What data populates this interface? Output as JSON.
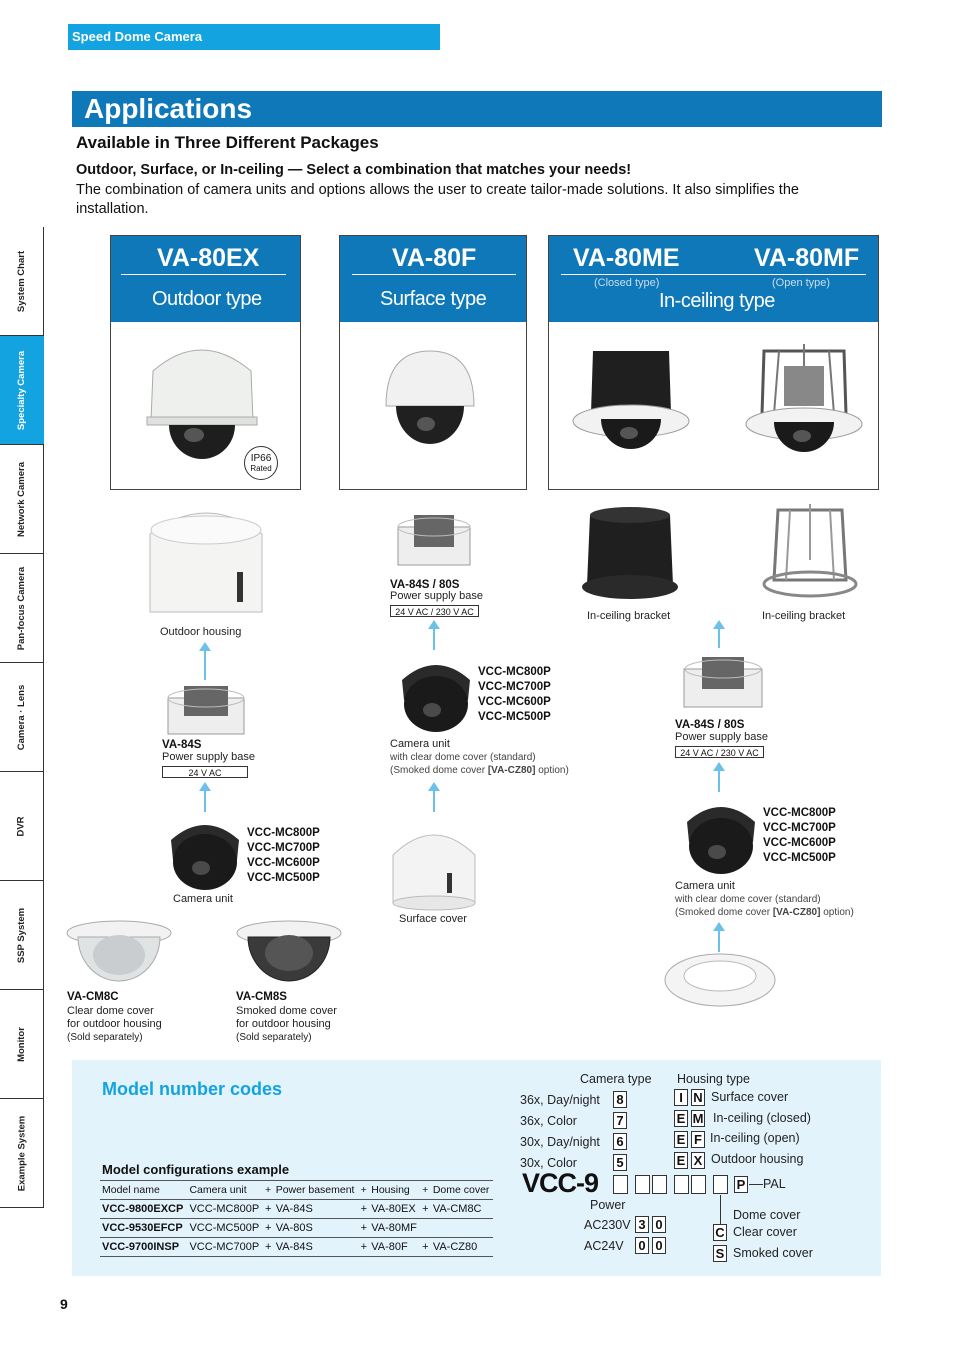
{
  "header": {
    "section": "Speed Dome Camera",
    "title": "Applications"
  },
  "intro": {
    "heading": "Available in Three Different Packages",
    "subheading": "Outdoor, Surface, or In-ceiling — Select a combination that matches your needs!",
    "body": "The combination of camera units and options allows the user to create tailor-made solutions. It also simplifies the installation."
  },
  "sidebar": {
    "items": [
      {
        "label": "System Chart",
        "active": false
      },
      {
        "label": "Specialty Camera",
        "active": true
      },
      {
        "label": "Network Camera",
        "active": false
      },
      {
        "label": "Pan-focus Camera",
        "active": false
      },
      {
        "label": "Camera · Lens",
        "active": false
      },
      {
        "label": "DVR",
        "active": false
      },
      {
        "label": "SSP System",
        "active": false
      },
      {
        "label": "Monitor",
        "active": false
      },
      {
        "label": "Example System",
        "active": false
      }
    ]
  },
  "products": {
    "outdoor": {
      "model": "VA-80EX",
      "type": "Outdoor type",
      "badge1": "IP66",
      "badge2": "Rated"
    },
    "surface": {
      "model": "VA-80F",
      "type": "Surface type"
    },
    "ceiling": {
      "model1": "VA-80ME",
      "note1": "(Closed type)",
      "model2": "VA-80MF",
      "note2": "(Open type)",
      "type": "In-ceiling type"
    }
  },
  "outdoor_col": {
    "housing": "Outdoor housing",
    "psb_model": "VA-84S",
    "psb_desc": "Power supply base",
    "psb_volt": "24 V AC",
    "cam_models": [
      "VCC-MC800P",
      "VCC-MC700P",
      "VCC-MC600P",
      "VCC-MC500P"
    ],
    "cam_caption": "Camera unit",
    "cover1": {
      "model": "VA-CM8C",
      "l1": "Clear dome cover",
      "l2": "for outdoor housing",
      "l3": "(Sold separately)"
    },
    "cover2": {
      "model": "VA-CM8S",
      "l1": "Smoked dome cover",
      "l2": "for outdoor housing",
      "l3": "(Sold separately)"
    }
  },
  "surface_col": {
    "psb_model": "VA-84S / 80S",
    "psb_desc": "Power supply base",
    "psb_volt": "24 V AC / 230 V AC",
    "cam_models": [
      "VCC-MC800P",
      "VCC-MC700P",
      "VCC-MC600P",
      "VCC-MC500P"
    ],
    "cam_caption": "Camera unit",
    "cam_l2": "with clear dome cover (standard)",
    "cam_l3a": "(Smoked dome cover ",
    "cam_l3b": "[VA-CZ80]",
    "cam_l3c": " option)",
    "cover": "Surface cover"
  },
  "ceiling_col": {
    "bracket1": "In-ceiling bracket",
    "bracket2": "In-ceiling bracket",
    "psb_model": "VA-84S / 80S",
    "psb_desc": "Power supply base",
    "psb_volt": "24 V AC / 230 V AC",
    "cam_models": [
      "VCC-MC800P",
      "VCC-MC700P",
      "VCC-MC600P",
      "VCC-MC500P"
    ],
    "cam_caption": "Camera unit",
    "cam_l2": "with clear dome cover (standard)",
    "cam_l3a": "(Smoked dome cover ",
    "cam_l3b": "[VA-CZ80]",
    "cam_l3c": " option)"
  },
  "codes": {
    "title": "Model number codes",
    "cfg_title": "Model configurations example",
    "cfg_header": [
      "Model name",
      "Camera unit",
      "+",
      "Power basement",
      "+",
      "Housing",
      "+",
      "Dome cover"
    ],
    "cfg_rows": [
      [
        "VCC-9800EXCP",
        "VCC-MC800P",
        "+",
        "VA-84S",
        "+",
        "VA-80EX",
        "+",
        "VA-CM8C"
      ],
      [
        "VCC-9530EFCP",
        "VCC-MC500P",
        "+",
        "VA-80S",
        "+",
        "VA-80MF",
        "",
        ""
      ],
      [
        "VCC-9700INSP",
        "VCC-MC700P",
        "+",
        "VA-84S",
        "+",
        "VA-80F",
        "+",
        "VA-CZ80"
      ]
    ],
    "camera_type_label": "Camera type",
    "camera_types": [
      {
        "label": "36x, Day/night",
        "code": "8"
      },
      {
        "label": "36x, Color",
        "code": "7"
      },
      {
        "label": "30x, Day/night",
        "code": "6"
      },
      {
        "label": "30x, Color",
        "code": "5"
      }
    ],
    "housing_type_label": "Housing type",
    "housing_types": [
      {
        "c1": "I",
        "c2": "N",
        "label": "Surface cover"
      },
      {
        "c1": "E",
        "c2": "M",
        "label": "In-ceiling (closed)"
      },
      {
        "c1": "E",
        "c2": "F",
        "label": "In-ceiling (open)"
      },
      {
        "c1": "E",
        "c2": "X",
        "label": "Outdoor housing"
      }
    ],
    "prefix": "VCC-9",
    "pal_code": "P",
    "pal_label": "PAL",
    "power_label": "Power",
    "powers": [
      {
        "label": "AC230V",
        "c1": "3",
        "c2": "0"
      },
      {
        "label": "AC24V",
        "c1": "0",
        "c2": "0"
      }
    ],
    "dome_label": "Dome cover",
    "domes": [
      {
        "code": "C",
        "label": "Clear cover"
      },
      {
        "code": "S",
        "label": "Smoked cover"
      }
    ]
  },
  "page_number": "9"
}
